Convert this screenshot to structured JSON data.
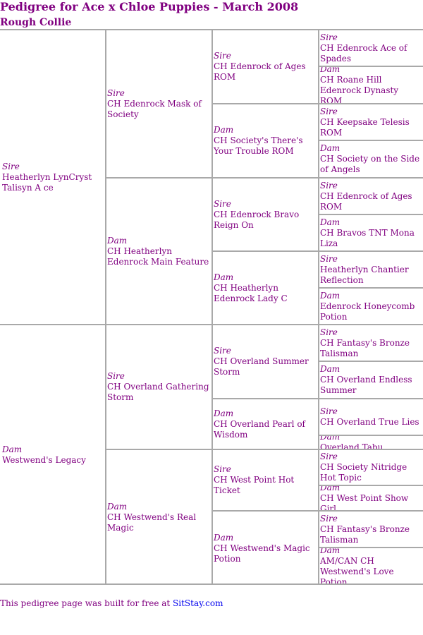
{
  "header": {
    "title": "Pedigree for Ace x Chloe Puppies - March 2008",
    "breed": "Rough Collie"
  },
  "pedigree": {
    "gen1": [
      {
        "role": "Sire",
        "name": "Heatherlyn LynCryst Talisyn A ce"
      },
      {
        "role": "Dam",
        "name": "Westwend's Legacy"
      }
    ],
    "gen2": [
      {
        "role": "Sire",
        "name": "CH Edenrock Mask of Society"
      },
      {
        "role": "Dam",
        "name": "CH Heatherlyn Edenrock Main Feature"
      },
      {
        "role": "Sire",
        "name": "CH Overland Gathering Storm"
      },
      {
        "role": "Dam",
        "name": "CH Westwend's Real Magic"
      }
    ],
    "gen3": [
      {
        "role": "Sire",
        "name": "CH Edenrock of Ages ROM"
      },
      {
        "role": "Dam",
        "name": "CH Society's There's Your Trouble ROM"
      },
      {
        "role": "Sire",
        "name": "CH Edenrock Bravo Reign On"
      },
      {
        "role": "Dam",
        "name": "CH Heatherlyn Edenrock Lady C"
      },
      {
        "role": "Sire",
        "name": "CH Overland Summer Storm"
      },
      {
        "role": "Dam",
        "name": "CH Overland Pearl of Wisdom"
      },
      {
        "role": "Sire",
        "name": "CH West Point Hot Ticket"
      },
      {
        "role": "Dam",
        "name": "CH Westwend's Magic Potion"
      }
    ],
    "gen4": [
      {
        "role": "Sire",
        "name": "CH Edenrock Ace of Spades"
      },
      {
        "role": "Dam",
        "name": "CH Roane Hill Edenrock Dynasty ROM"
      },
      {
        "role": "Sire",
        "name": "CH Keepsake Telesis ROM"
      },
      {
        "role": "Dam",
        "name": "CH Society on the Side of Angels"
      },
      {
        "role": "Sire",
        "name": "CH Edenrock of Ages ROM"
      },
      {
        "role": "Dam",
        "name": "CH Bravos TNT Mona Liza"
      },
      {
        "role": "Sire",
        "name": "Heatherlyn Chantier Reflection"
      },
      {
        "role": "Dam",
        "name": "Edenrock Honeycomb Potion"
      },
      {
        "role": "Sire",
        "name": "CH Fantasy's Bronze Talisman"
      },
      {
        "role": "Dam",
        "name": "CH Overland Endless Summer"
      },
      {
        "role": "Sire",
        "name": "CH Overland True Lies"
      },
      {
        "role": "Dam",
        "name": "Overland Tabu"
      },
      {
        "role": "Sire",
        "name": "CH Society Nitridge Hot Topic"
      },
      {
        "role": "Dam",
        "name": "CH West Point Show Girl"
      },
      {
        "role": "Sire",
        "name": "CH Fantasy's Bronze Talisman"
      },
      {
        "role": "Dam",
        "name": "AM/CAN CH Westwend's Love Potion"
      }
    ]
  },
  "footer": {
    "text": "This pedigree page was built for free at ",
    "link_label": "SitStay.com"
  },
  "colors": {
    "text": "#800080",
    "link": "#0000ee",
    "border": "#a9a9a9"
  }
}
